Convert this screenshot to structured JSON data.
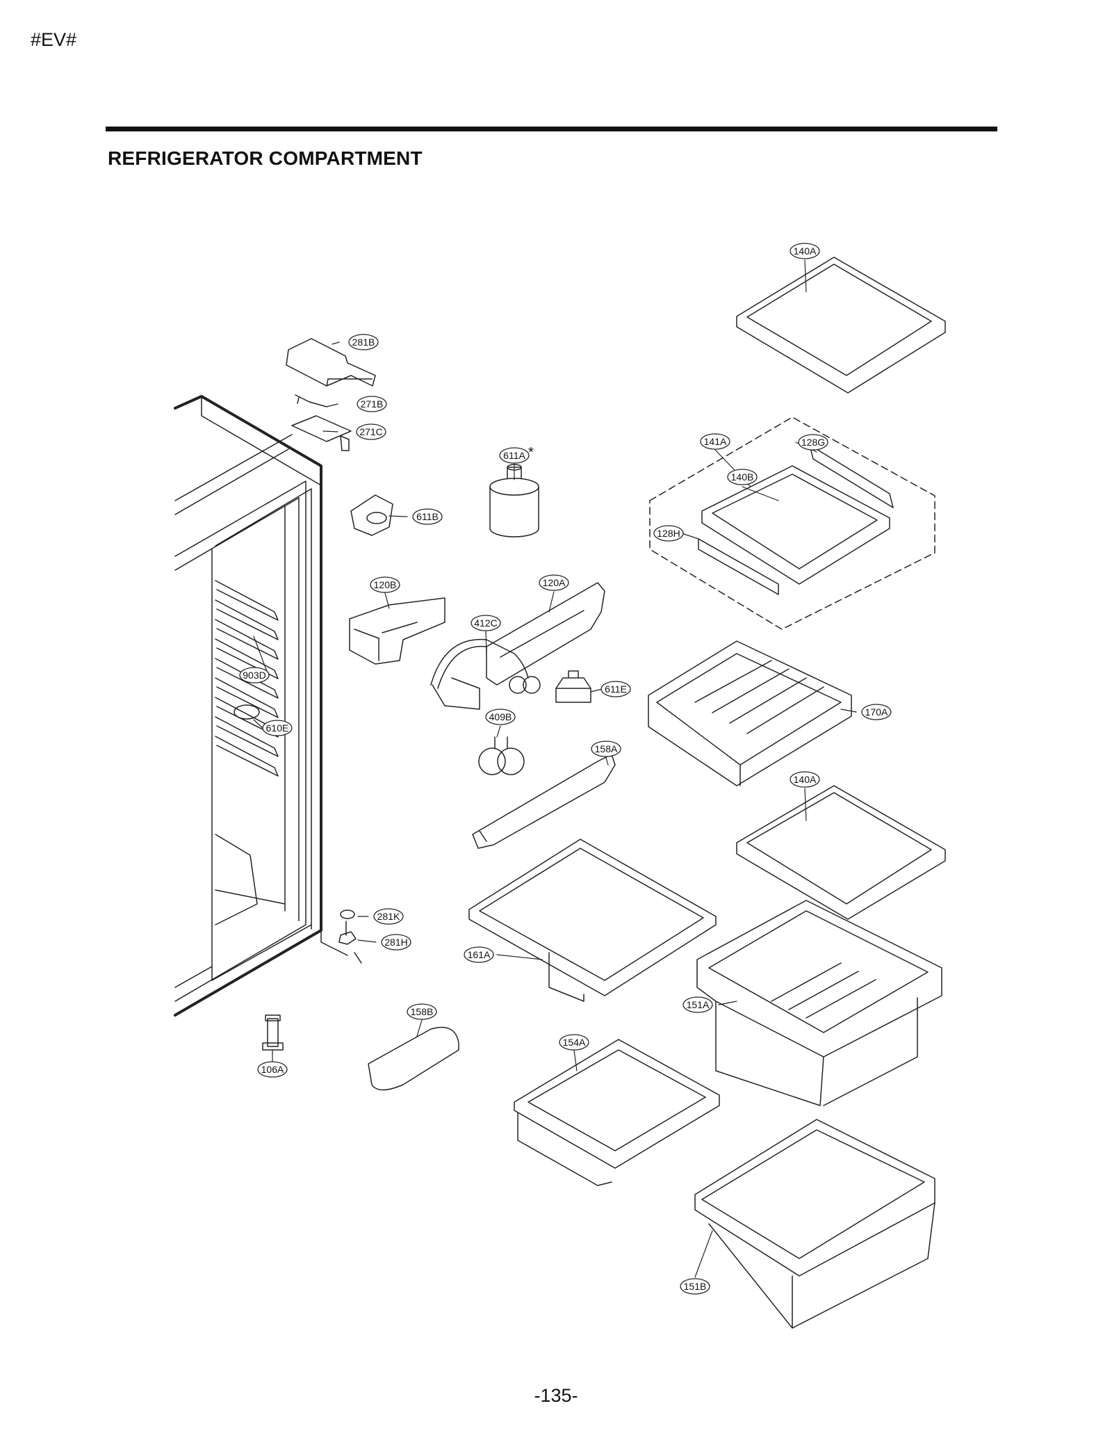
{
  "header": {
    "doc_code": "#EV#",
    "title": "REFRIGERATOR COMPARTMENT"
  },
  "footer": {
    "page_number": "-135-"
  },
  "callouts": [
    "140A",
    "281B",
    "271B",
    "271C",
    "611A",
    "141A",
    "128G",
    "140B",
    "611B",
    "128H",
    "120B",
    "120A",
    "412C",
    "903D",
    "611E",
    "170A",
    "409B",
    "610E",
    "158A",
    "140A",
    "281K",
    "281H",
    "161A",
    "151A",
    "158B",
    "106A",
    "154A",
    "151B"
  ],
  "asterisk": "*"
}
